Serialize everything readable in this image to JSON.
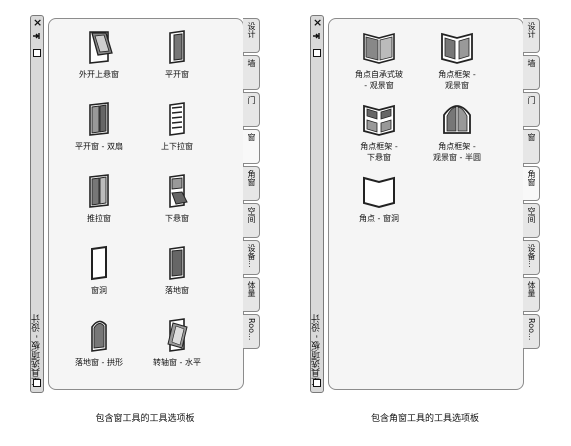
{
  "palette_windows": {
    "title": "工具选项板 - 设计",
    "palette_left": {
      "tabs": [
        {
          "label": "设计"
        },
        {
          "label": "墙"
        },
        {
          "label": "门"
        },
        {
          "label": "窗"
        },
        {
          "label": "角窗"
        },
        {
          "label": "空间"
        },
        {
          "label": "设备..."
        },
        {
          "label": "体量"
        },
        {
          "label": "Roo..."
        }
      ],
      "active_tab": "窗",
      "tools": [
        {
          "label": "外开上悬窗",
          "icon": "awning-window-icon"
        },
        {
          "label": "平开窗",
          "icon": "casement-window-icon"
        },
        {
          "label": "平开窗 - 双扇",
          "icon": "double-casement-window-icon"
        },
        {
          "label": "上下拉窗",
          "icon": "hung-window-icon"
        },
        {
          "label": "推拉窗",
          "icon": "sliding-window-icon"
        },
        {
          "label": "下悬窗",
          "icon": "hopper-window-icon"
        },
        {
          "label": "窗洞",
          "icon": "window-opening-icon"
        },
        {
          "label": "落地窗",
          "icon": "floor-window-icon"
        },
        {
          "label": "落地窗 - 拱形",
          "icon": "arched-floor-window-icon"
        },
        {
          "label": "转轴窗 - 水平",
          "icon": "pivot-window-icon"
        }
      ]
    },
    "palette_right": {
      "tabs": [
        {
          "label": "设计"
        },
        {
          "label": "墙"
        },
        {
          "label": "门"
        },
        {
          "label": "窗"
        },
        {
          "label": "角窗"
        },
        {
          "label": "空间"
        },
        {
          "label": "设备..."
        },
        {
          "label": "体量"
        },
        {
          "label": "Roo..."
        }
      ],
      "active_tab": "角窗",
      "tools": [
        {
          "label": "角点自承式玻\n- 观景窗",
          "icon": "corner-picture-window-icon"
        },
        {
          "label": "角点框架 -\n观景窗",
          "icon": "corner-frame-picture-window-icon"
        },
        {
          "label": "角点框架 -\n下悬窗",
          "icon": "corner-frame-hopper-window-icon"
        },
        {
          "label": "角点框架 -\n观景窗 - 半圆",
          "icon": "corner-frame-halfround-window-icon"
        },
        {
          "label": "角点 - 窗洞",
          "icon": "corner-opening-icon"
        }
      ]
    }
  },
  "captions": {
    "left": "包含窗工具的工具选项板",
    "right": "包含角窗工具的工具选项板"
  }
}
